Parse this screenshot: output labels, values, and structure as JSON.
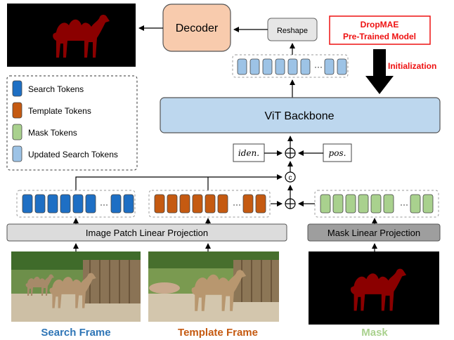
{
  "boxes": {
    "decoder": "Decoder",
    "reshape": "Reshape",
    "dropmae": [
      "DropMAE",
      "Pre-Trained Model"
    ],
    "initialization": "Initialization",
    "vit": "ViT Backbone",
    "iden": "iden.",
    "pos": "pos.",
    "concat": "c",
    "ellipsis": "···",
    "image_proj": "Image Patch Linear Projection",
    "mask_proj": "Mask Linear Projection"
  },
  "legend": [
    {
      "label": "Search Tokens",
      "color": "#1e6fc4"
    },
    {
      "label": "Template Tokens",
      "color": "#c55a11"
    },
    {
      "label": "Mask Tokens",
      "color": "#a9d18e"
    },
    {
      "label": "Updated Search Tokens",
      "color": "#9dc3e6"
    }
  ],
  "frames": {
    "search": "Search Frame",
    "template": "Template Frame",
    "mask": "Mask"
  },
  "colors": {
    "search_title": "#2e75b6",
    "template_title": "#c55a11",
    "mask_title": "#a9d18e",
    "dropmae_red": "#ee1111",
    "vit_fill": "#bdd7ee",
    "decoder_fill": "#f8cbad",
    "camel_red": "#8b0000"
  }
}
